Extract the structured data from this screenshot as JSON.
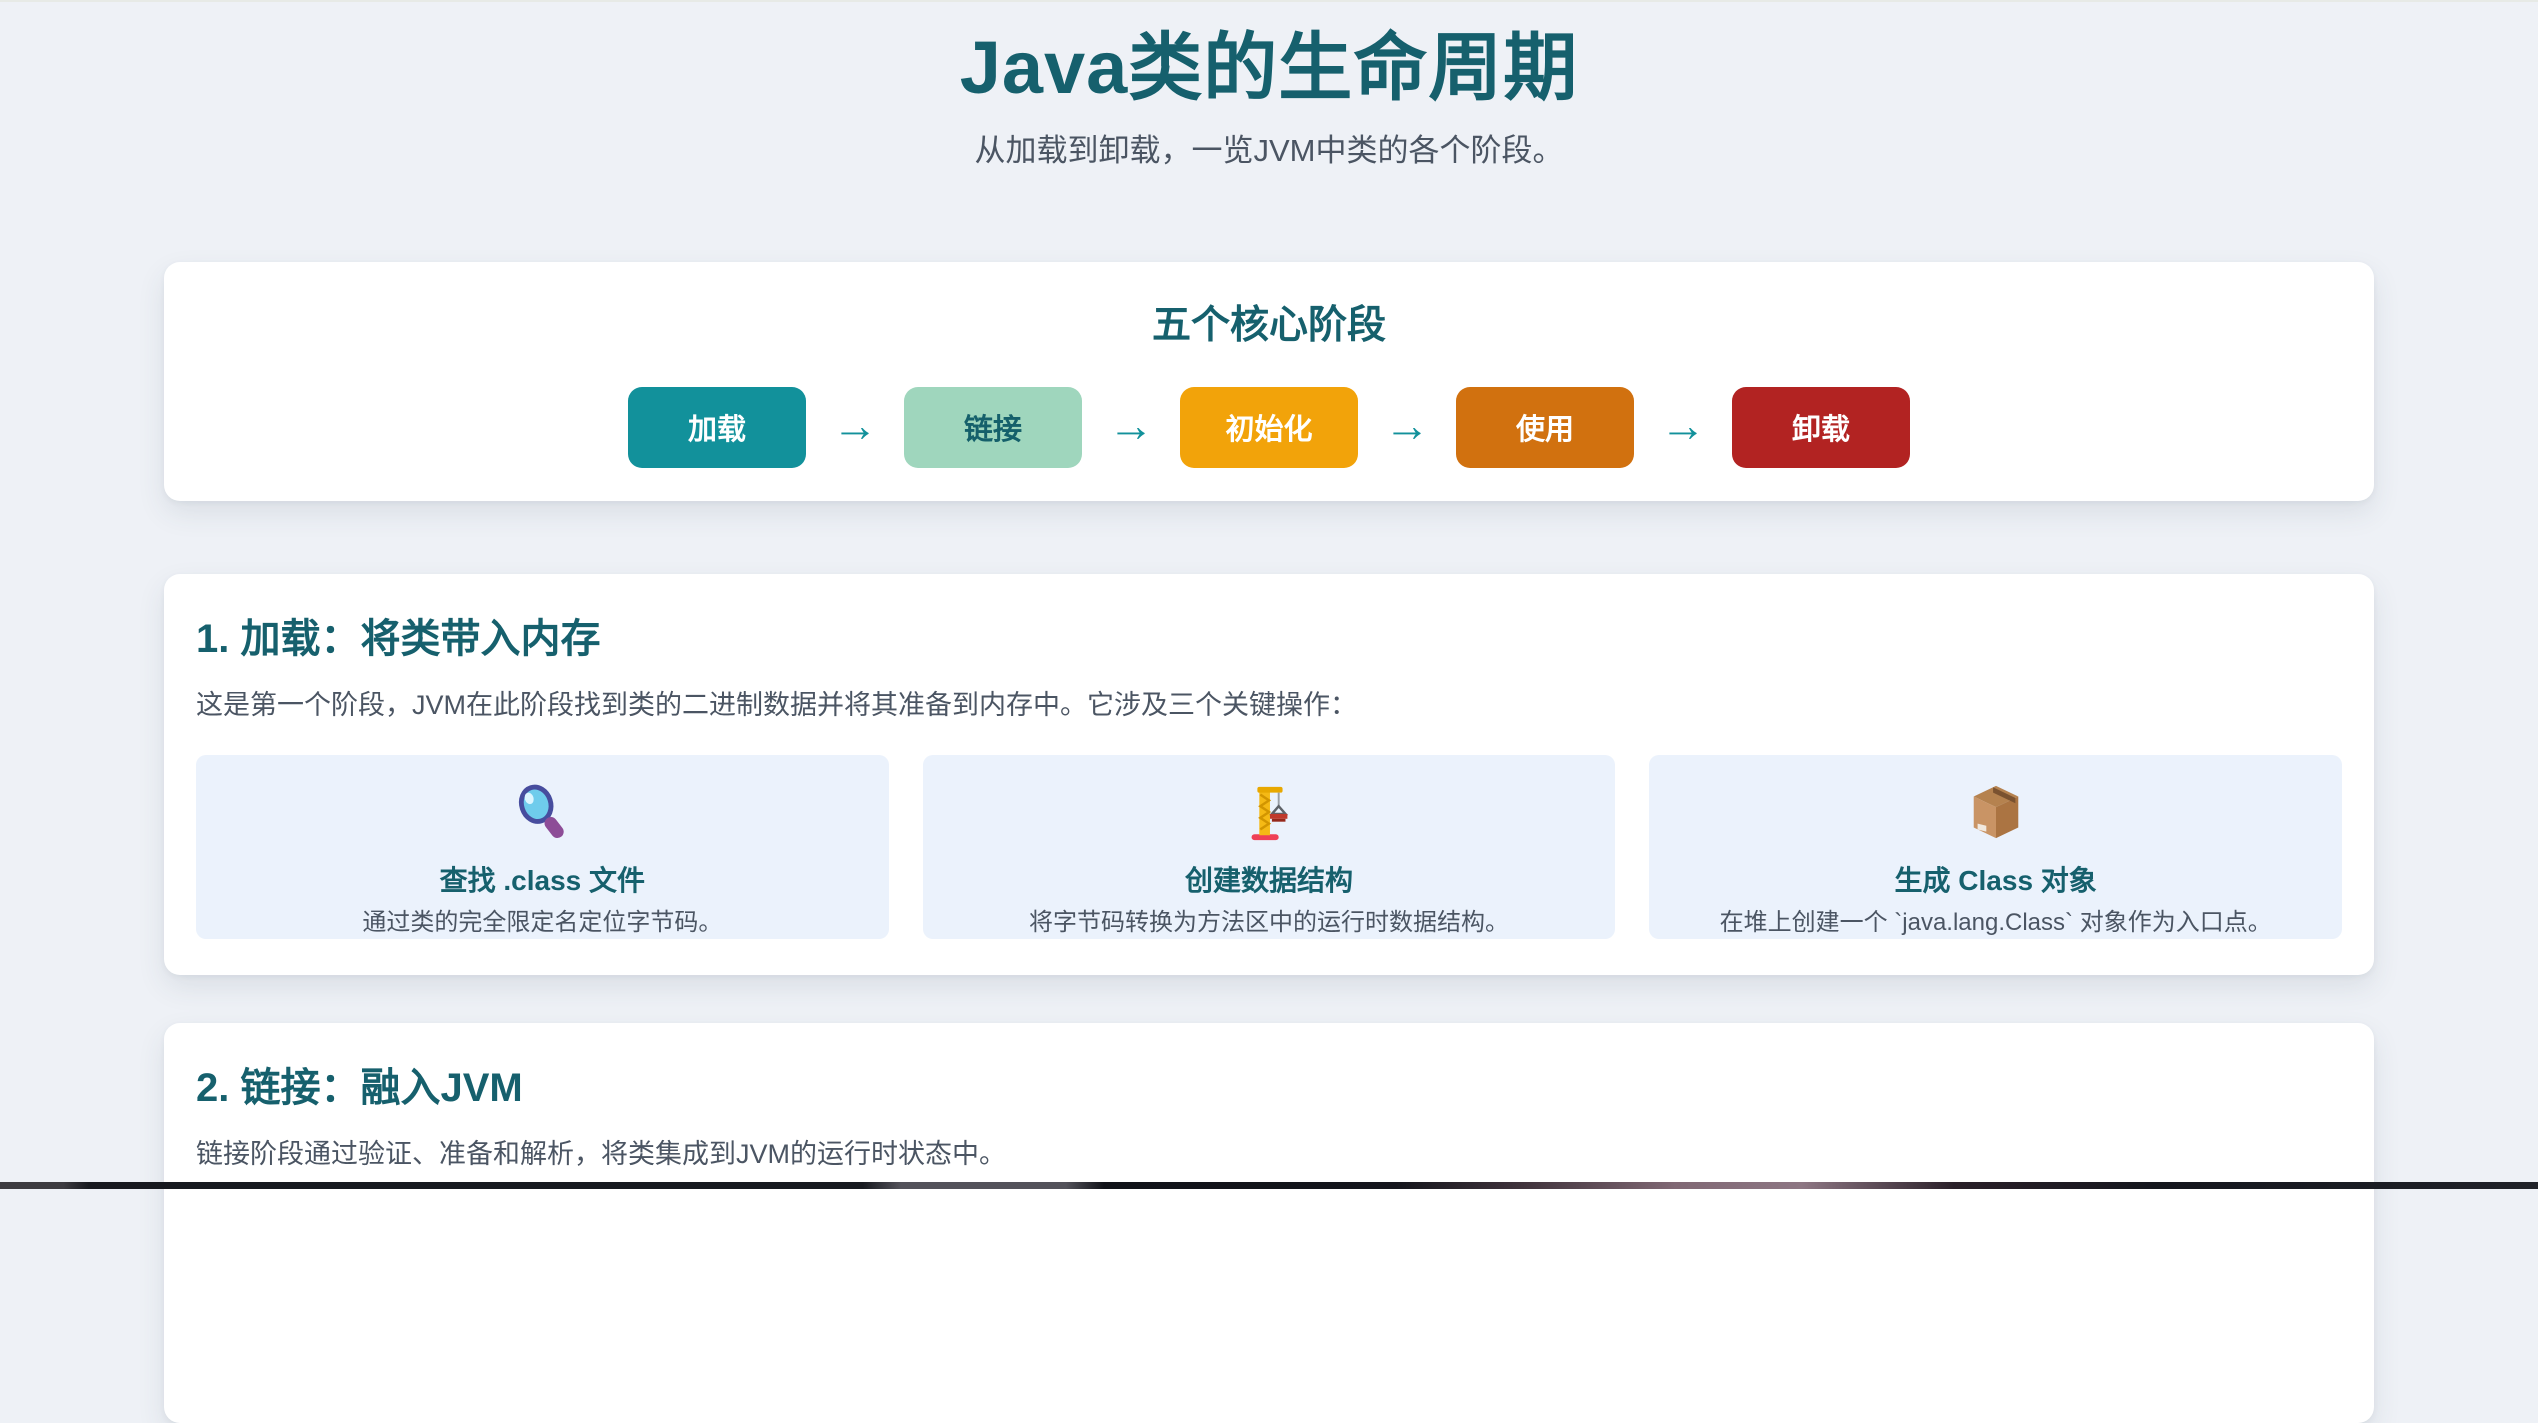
{
  "page": {
    "title": "Java类的生命周期",
    "subtitle": "从加载到卸载，一览JVM中类的各个阶段。"
  },
  "colors": {
    "page_bg": "#eef1f6",
    "card_bg": "#ffffff",
    "heading_teal": "#16606d",
    "body_gray": "#4b5563",
    "subcard_bg": "#ebf2fc",
    "arrow_teal": "#12919b"
  },
  "stages_card": {
    "heading": "五个核心阶段",
    "arrow": "→",
    "stages": [
      {
        "label": "加载",
        "bg": "#12919b",
        "fg": "#ffffff"
      },
      {
        "label": "链接",
        "bg": "#9fd6bd",
        "fg": "#15606b"
      },
      {
        "label": "初始化",
        "bg": "#f2a30a",
        "fg": "#ffffff"
      },
      {
        "label": "使用",
        "bg": "#d1710f",
        "fg": "#ffffff"
      },
      {
        "label": "卸载",
        "bg": "#b22322",
        "fg": "#ffffff"
      }
    ]
  },
  "loading_card": {
    "heading": "1. 加载：将类带入内存",
    "description": "这是第一个阶段，JVM在此阶段找到类的二进制数据并将其准备到内存中。它涉及三个关键操作：",
    "operations": [
      {
        "icon": "magnifying-glass",
        "title": "查找 .class 文件",
        "description": "通过类的完全限定名定位字节码。"
      },
      {
        "icon": "construction-crane",
        "title": "创建数据结构",
        "description": "将字节码转换为方法区中的运行时数据结构。"
      },
      {
        "icon": "package-box",
        "title": "生成 Class 对象",
        "description": "在堆上创建一个 `java.lang.Class` 对象作为入口点。"
      }
    ]
  },
  "linking_card": {
    "heading": "2. 链接：融入JVM",
    "description": "链接阶段通过验证、准备和解析，将类集成到JVM的运行时状态中。"
  }
}
